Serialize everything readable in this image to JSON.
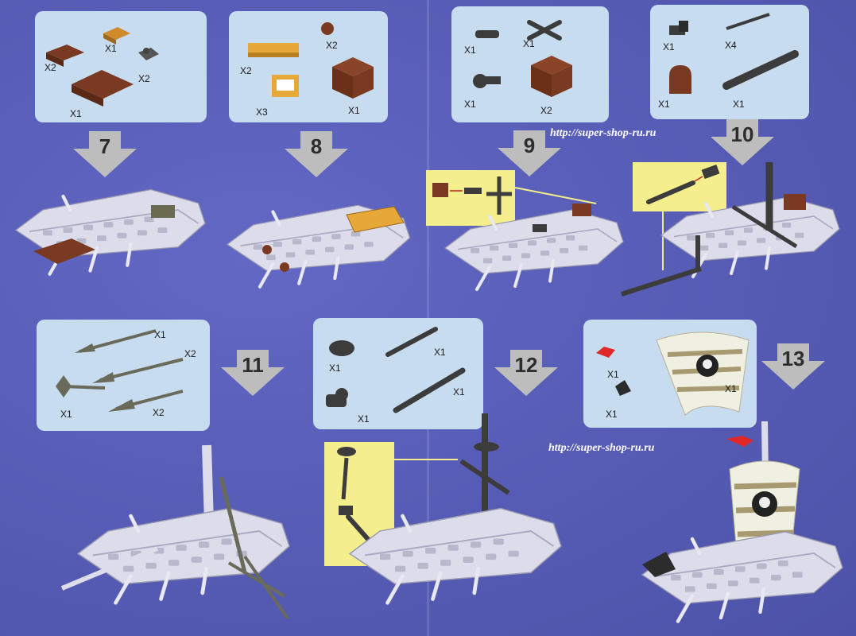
{
  "steps": [
    {
      "num": "7",
      "parts": [
        {
          "qty": "X1"
        },
        {
          "qty": "X2"
        },
        {
          "qty": "X2"
        },
        {
          "qty": "X1"
        }
      ]
    },
    {
      "num": "8",
      "parts": [
        {
          "qty": "X2"
        },
        {
          "qty": "X2"
        },
        {
          "qty": "X3"
        },
        {
          "qty": "X1"
        }
      ]
    },
    {
      "num": "9",
      "parts": [
        {
          "qty": "X1"
        },
        {
          "qty": "X1"
        },
        {
          "qty": "X1"
        },
        {
          "qty": "X2"
        }
      ]
    },
    {
      "num": "10",
      "parts": [
        {
          "qty": "X4"
        },
        {
          "qty": "X1"
        },
        {
          "qty": "X1"
        },
        {
          "qty": "X1"
        }
      ]
    },
    {
      "num": "11",
      "parts": [
        {
          "qty": "X1"
        },
        {
          "qty": "X2"
        },
        {
          "qty": "X1"
        },
        {
          "qty": "X2"
        }
      ]
    },
    {
      "num": "12",
      "parts": [
        {
          "qty": "X1"
        },
        {
          "qty": "X1"
        },
        {
          "qty": "X1"
        },
        {
          "qty": "X1"
        }
      ]
    },
    {
      "num": "13",
      "parts": [
        {
          "qty": "X1"
        },
        {
          "qty": "X1"
        },
        {
          "qty": "X1"
        }
      ]
    }
  ],
  "watermarks": [
    "http://super-shop-ru.ru",
    "http://super-shop-ru.ru"
  ],
  "colors": {
    "background": "#5a60b8",
    "panel": "#c8dcf0",
    "callout": "#f4ee8c",
    "arrow": "#bdbdbd",
    "brick_brown": "#7a3a22",
    "brick_orange": "#d08a2a",
    "part_dark": "#3c3c3c",
    "ship_hull": "#dcdcea"
  }
}
